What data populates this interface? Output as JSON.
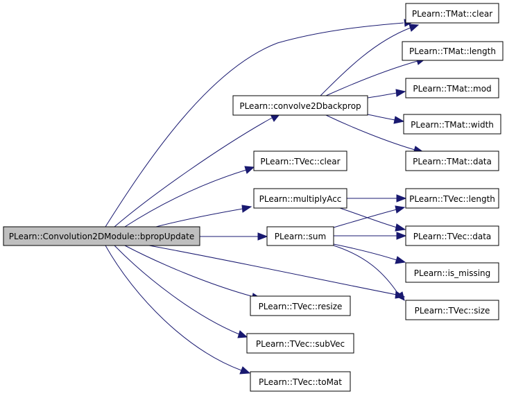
{
  "colors": {
    "edge": "#191970",
    "root_fill": "#bfbfbf",
    "node_fill": "#ffffff",
    "border": "#000000",
    "background": "#ffffff"
  },
  "nodes": {
    "bpropUpdate": "PLearn::Convolution2DModule::bpropUpdate",
    "convolve2Dbackprop": "PLearn::convolve2Dbackprop",
    "tvec_clear": "PLearn::TVec::clear",
    "multiplyAcc": "PLearn::multiplyAcc",
    "sum": "PLearn::sum",
    "tvec_resize": "PLearn::TVec::resize",
    "tvec_subVec": "PLearn::TVec::subVec",
    "tvec_toMat": "PLearn::TVec::toMat",
    "tmat_clear": "PLearn::TMat::clear",
    "tmat_length": "PLearn::TMat::length",
    "tmat_mod": "PLearn::TMat::mod",
    "tmat_width": "PLearn::TMat::width",
    "tmat_data": "PLearn::TMat::data",
    "tvec_length": "PLearn::TVec::length",
    "tvec_data": "PLearn::TVec::data",
    "is_missing": "PLearn::is_missing",
    "tvec_size": "PLearn::TVec::size"
  }
}
